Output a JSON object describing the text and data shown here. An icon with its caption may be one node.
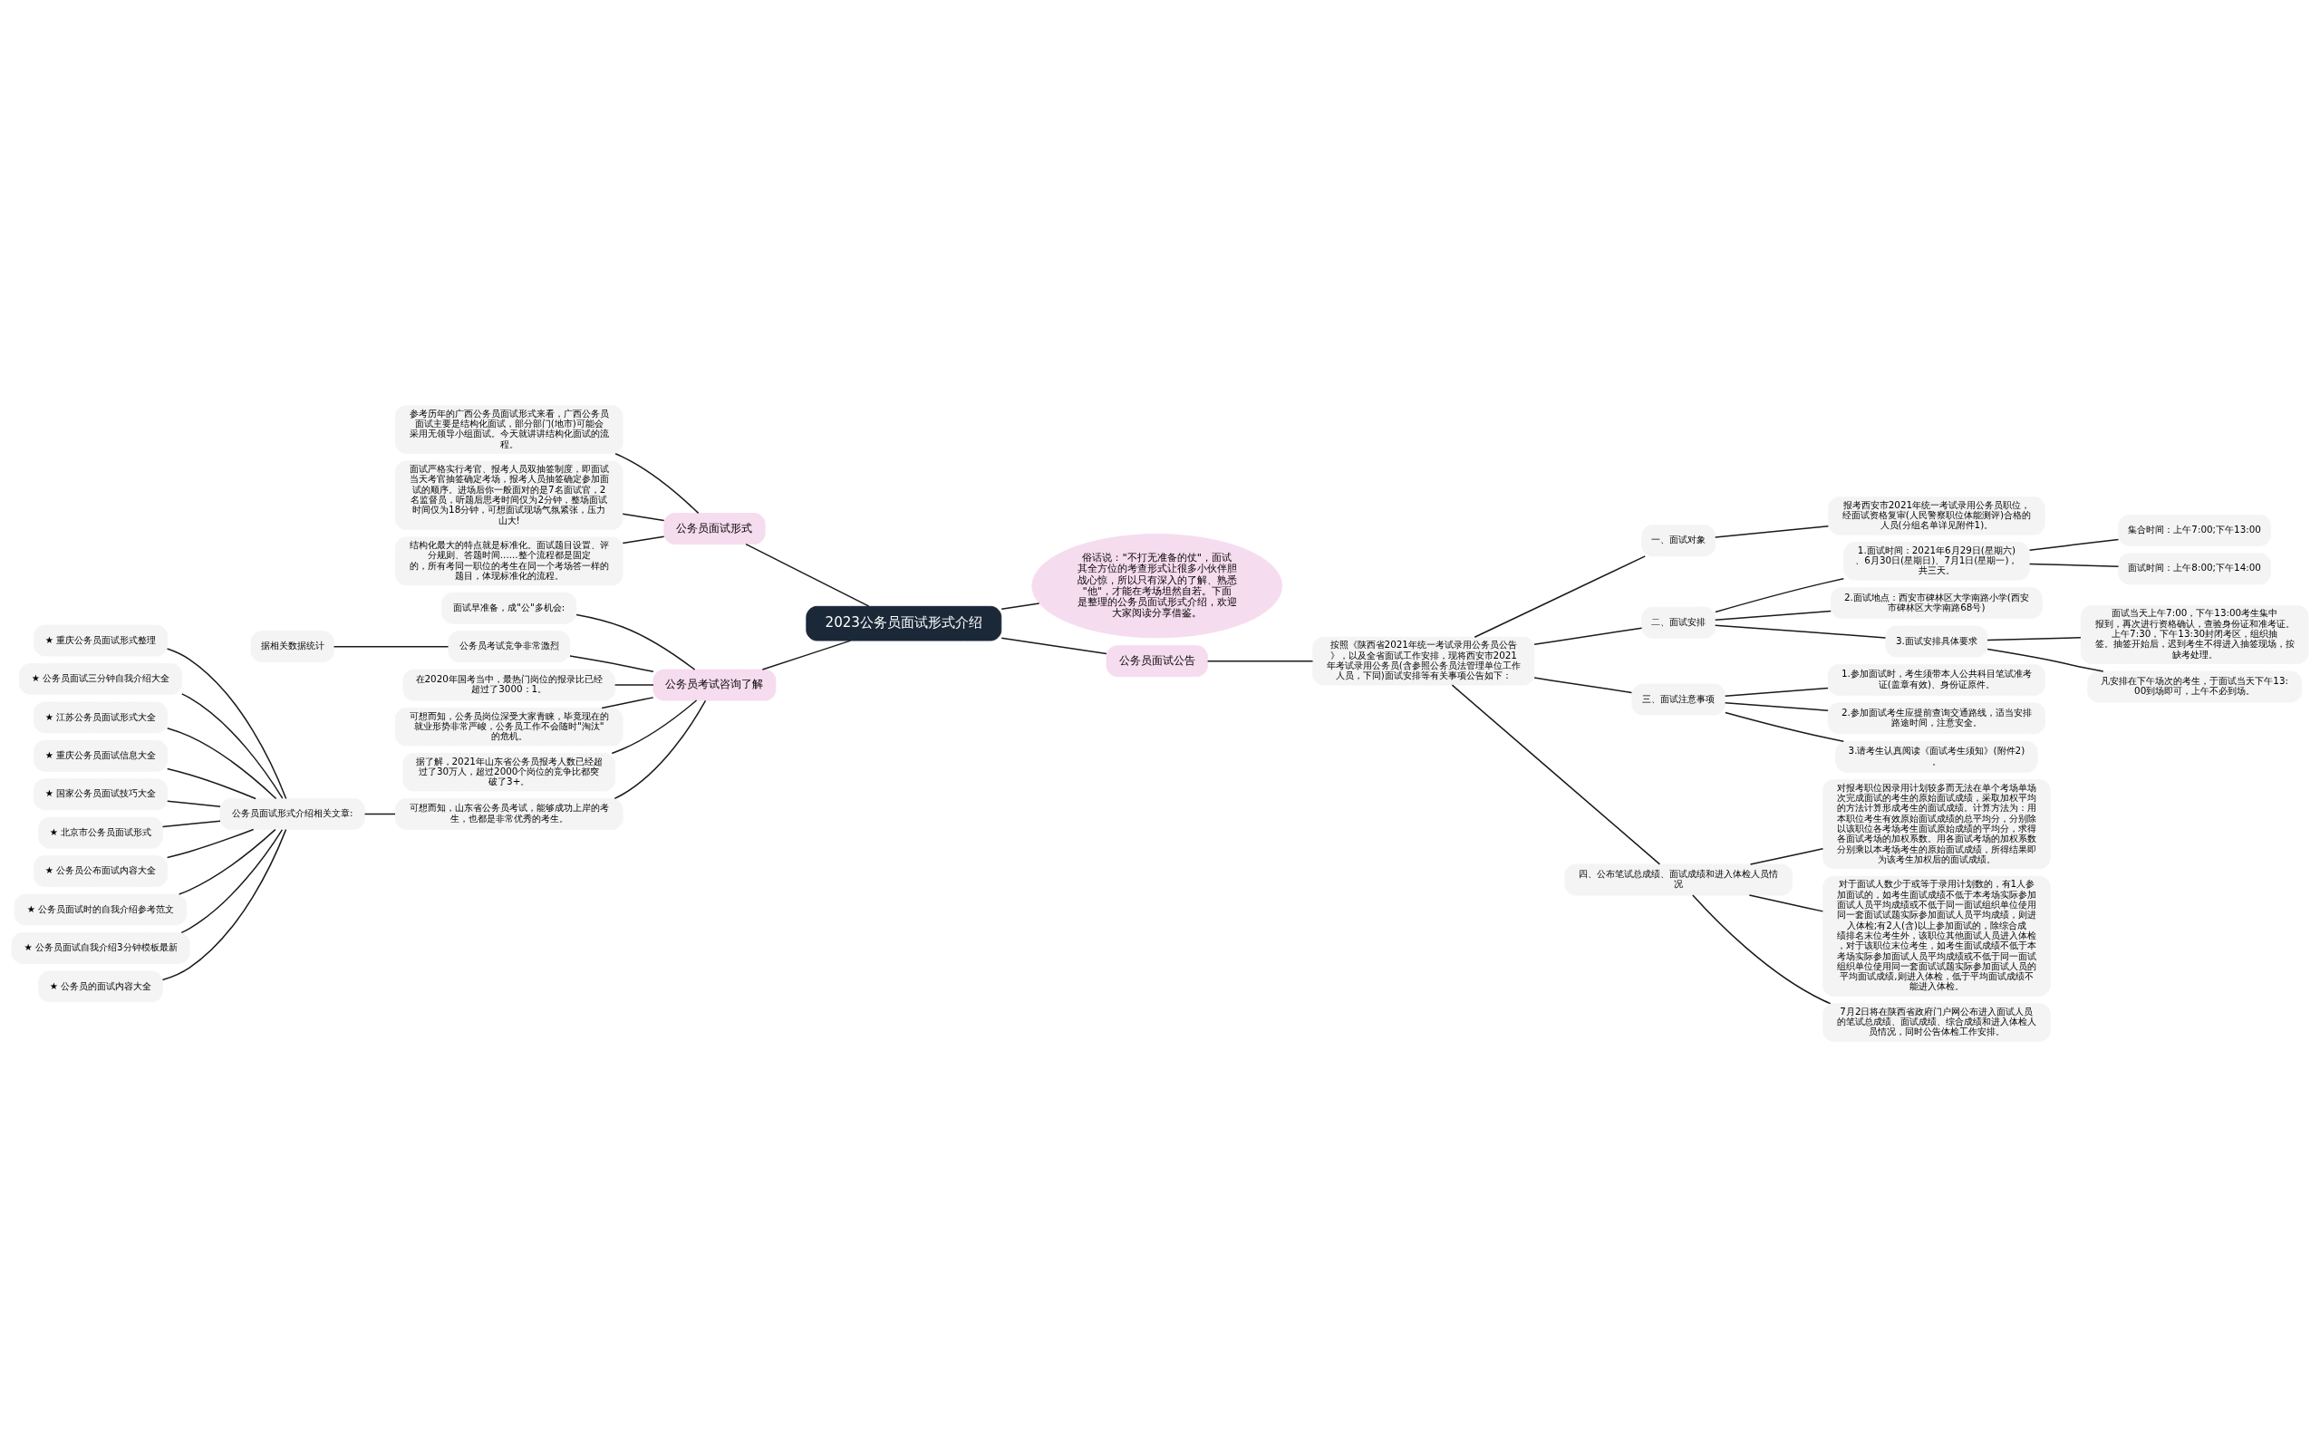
{
  "diagram": {
    "nodes": [
      {
        "text": [
          "2023公务员面试形式介绍"
        ]
      },
      {
        "text": [
          "公务员面试形式"
        ]
      },
      {
        "text": [
          "参考历年的广西公务员面试形式来看，广西公务员面试主要是结构化面试，部分部门(地市)可能会采用无领导小组面试。今天就讲讲结构化面试的流程。"
        ]
      },
      {
        "text": [
          "面试严格实行考官、报考人员双抽签制度，即面试当天考官抽签确定考场，报考人员抽签确定参加面试的顺序。进场后你一般面对的是7名面试官，2名监督员，听题后思考时间仅为2分钟，整场面试时间仅为18分钟，可想面试现场气氛紧张，压力山大!"
        ]
      },
      {
        "text": [
          "结构化最大的特点就是标准化。面试题目设置、评分规则、答题时间......整个流程都是固定的，所有考同一职位的考生在同一个考场答一样的题目，体现标准化的流程。"
        ]
      },
      {
        "text": [
          "公务员考试咨询了解"
        ]
      },
      {
        "text": [
          "面试早准备，成\"公\"多机会:"
        ]
      },
      {
        "text": [
          "公务员考试竞争非常激烈"
        ]
      },
      {
        "text": [
          "据相关数据统计"
        ]
      },
      {
        "text": [
          "在2020年国考当中，最热门岗位的报录比已经超过了3000：1。"
        ]
      },
      {
        "text": [
          "可想而知，公务员岗位深受大家青睐，毕竟现在的就业形势非常严峻，公务员工作不会随时\"淘汰\"的危机。"
        ]
      },
      {
        "text": [
          "据了解，2021年山东省公务员报考人数已经超过了30万人，超过2000个岗位的竞争比都突破了3+。"
        ]
      },
      {
        "text": [
          "可想而知，山东省公务员考试，能够成功上岸的考生，也都是非常优秀的考生。"
        ]
      },
      {
        "text": [
          "公务员面试形式介绍相关文章:"
        ]
      },
      {
        "text": [
          "★ 重庆公务员面试形式整理"
        ]
      },
      {
        "text": [
          "★ 公务员面试三分钟自我介绍大全"
        ]
      },
      {
        "text": [
          "★ 江苏公务员面试形式大全"
        ]
      },
      {
        "text": [
          "★ 重庆公务员面试信息大全"
        ]
      },
      {
        "text": [
          "★ 国家公务员面试技巧大全"
        ]
      },
      {
        "text": [
          "★ 北京市公务员面试形式"
        ]
      },
      {
        "text": [
          "★ 公务员公布面试内容大全"
        ]
      },
      {
        "text": [
          "★ 公务员面试时的自我介绍参考范文"
        ]
      },
      {
        "text": [
          "★ 公务员面试自我介绍3分钟模板最新"
        ]
      },
      {
        "text": [
          "★ 公务员的面试内容大全"
        ]
      },
      {
        "text": [
          "俗话说：\"不打无准备的仗\"，面试其全方位的考查形式让很多小伙伴胆战心惊，所以只有深入的了解、熟悉\"他\"，才能在考场坦然自若。下面是整理的公务员面试形式介绍，欢迎大家阅读分享借鉴。"
        ]
      },
      {
        "text": [
          "公务员面试公告"
        ]
      },
      {
        "text": [
          "按照《陕西省2021年统一考试录用公务员公告》，以及全省面试工作安排，现将西安市2021年考试录用公务员(含参照公务员法管理单位工作人员，下同)面试安排等有关事项公告如下："
        ]
      },
      {
        "text": [
          "一、面试对象"
        ]
      },
      {
        "text": [
          "报考西安市2021年统一考试录用公务员职位，经面试资格复审(人民警察职位体能测评)合格的人员(分组名单详见附件1)。"
        ]
      },
      {
        "text": [
          "二、面试安排"
        ]
      },
      {
        "text": [
          "1.面试时间：2021年6月29日(星期六)、6月30日(星期日)、7月1日(星期一)，共三天。"
        ]
      },
      {
        "text": [
          "集合时间：上午7:00;下午13:00"
        ]
      },
      {
        "text": [
          "面试时间：上午8:00;下午14:00"
        ]
      },
      {
        "text": [
          "2.面试地点：西安市碑林区大学南路小学(西安市碑林区大学南路68号)"
        ]
      },
      {
        "text": [
          "3.面试安排具体要求"
        ]
      },
      {
        "text": [
          "面试当天上午7:00，下午13:00考生集中报到，再次进行资格确认，查验身份证和准考证。上午7:30，下午13:30封闭考区，组织抽签。抽签开始后，迟到考生不得进入抽签现场，按缺考处理。"
        ]
      },
      {
        "text": [
          "凡安排在下午场次的考生，于面试当天下午13:00到场即可，上午不必到场。"
        ]
      },
      {
        "text": [
          "三、面试注意事项"
        ]
      },
      {
        "text": [
          "1.参加面试时，考生须带本人公共科目笔试准考证(盖章有效)、身份证原件。"
        ]
      },
      {
        "text": [
          "2.参加面试考生应提前查询交通路线，适当安排路途时间，注意安全。"
        ]
      },
      {
        "text": [
          "3.请考生认真阅读《面试考生须知》(附件2)。"
        ]
      },
      {
        "text": [
          "四、公布笔试总成绩、面试成绩和进入体检人员情况"
        ]
      },
      {
        "text": [
          "对报考职位因录用计划较多而无法在单个考场单场次完成面试的考生的原始面试成绩，采取加权平均的方法计算形成考生的面试成绩。计算方法为：用本职位考生有效原始面试成绩的总平均分，分别除以该职位各考场考生面试原始成绩的平均分，求得各面试考场的加权系数。用各面试考场的加权系数分别乘以本考场考生的原始面试成绩，所得结果即为该考生加权后的面试成绩。"
        ]
      },
      {
        "text": [
          "对于面试人数少于或等于录用计划数的，有1人参加面试的，如考生面试成绩不低于本考场实际参加面试人员平均成绩或不低于同一面试组织单位使用同一套面试试题实际参加面试人员平均成绩，则进入体检;有2人(含)以上参加面试的，除综合成绩排名末位考生外，该职位其他面试人员进入体检，对于该职位末位考生，如考生面试成绩不低于本考场实际参加面试人员平均成绩或不低于同一面试组织单位使用同一套面试试题实际参加面试人员的平均面试成绩,则进入体检，低于平均面试成绩不能进入体检。"
        ]
      },
      {
        "text": [
          "7月2日将在陕西省政府门户网公布进入面试人员的笔试总成绩、面试成绩、综合成绩和进入体检人员情况，同时公告体检工作安排。"
        ]
      }
    ],
    "edges": [
      {
        "from": 0,
        "to": 1,
        "arrow": "none"
      },
      {
        "from": 1,
        "to": 2,
        "arrow": "none"
      },
      {
        "from": 1,
        "to": 3,
        "arrow": "none"
      },
      {
        "from": 1,
        "to": 4,
        "arrow": "none"
      },
      {
        "from": 0,
        "to": 5,
        "arrow": "none"
      },
      {
        "from": 5,
        "to": 6,
        "arrow": "none"
      },
      {
        "from": 5,
        "to": 7,
        "arrow": "none"
      },
      {
        "from": 7,
        "to": 8,
        "arrow": "none"
      },
      {
        "from": 5,
        "to": 9,
        "arrow": "none"
      },
      {
        "from": 5,
        "to": 10,
        "arrow": "none"
      },
      {
        "from": 5,
        "to": 11,
        "arrow": "none"
      },
      {
        "from": 5,
        "to": 12,
        "arrow": "none"
      },
      {
        "from": 12,
        "to": 13,
        "arrow": "none"
      },
      {
        "from": 13,
        "to": 14,
        "arrow": "none"
      },
      {
        "from": 13,
        "to": 15,
        "arrow": "none"
      },
      {
        "from": 13,
        "to": 16,
        "arrow": "none"
      },
      {
        "from": 13,
        "to": 17,
        "arrow": "none"
      },
      {
        "from": 13,
        "to": 18,
        "arrow": "none"
      },
      {
        "from": 13,
        "to": 19,
        "arrow": "none"
      },
      {
        "from": 13,
        "to": 20,
        "arrow": "none"
      },
      {
        "from": 13,
        "to": 21,
        "arrow": "none"
      },
      {
        "from": 13,
        "to": 22,
        "arrow": "none"
      },
      {
        "from": 13,
        "to": 23,
        "arrow": "none"
      },
      {
        "from": 0,
        "to": 24,
        "arrow": "none"
      },
      {
        "from": 0,
        "to": 25,
        "arrow": "none"
      },
      {
        "from": 25,
        "to": 26,
        "arrow": "none"
      },
      {
        "from": 26,
        "to": 27,
        "arrow": "none"
      },
      {
        "from": 27,
        "to": 28,
        "arrow": "none"
      },
      {
        "from": 26,
        "to": 29,
        "arrow": "none"
      },
      {
        "from": 29,
        "to": 30,
        "arrow": "none"
      },
      {
        "from": 30,
        "to": 31,
        "arrow": "none"
      },
      {
        "from": 30,
        "to": 32,
        "arrow": "none"
      },
      {
        "from": 29,
        "to": 33,
        "arrow": "none"
      },
      {
        "from": 29,
        "to": 34,
        "arrow": "none"
      },
      {
        "from": 34,
        "to": 35,
        "arrow": "none"
      },
      {
        "from": 34,
        "to": 36,
        "arrow": "none"
      },
      {
        "from": 26,
        "to": 37,
        "arrow": "none"
      },
      {
        "from": 37,
        "to": 38,
        "arrow": "none"
      },
      {
        "from": 37,
        "to": 39,
        "arrow": "none"
      },
      {
        "from": 37,
        "to": 40,
        "arrow": "none"
      },
      {
        "from": 26,
        "to": 41,
        "arrow": "none"
      },
      {
        "from": 41,
        "to": 42,
        "arrow": "none"
      },
      {
        "from": 41,
        "to": 43,
        "arrow": "none"
      },
      {
        "from": 41,
        "to": 44,
        "arrow": "none"
      }
    ]
  }
}
